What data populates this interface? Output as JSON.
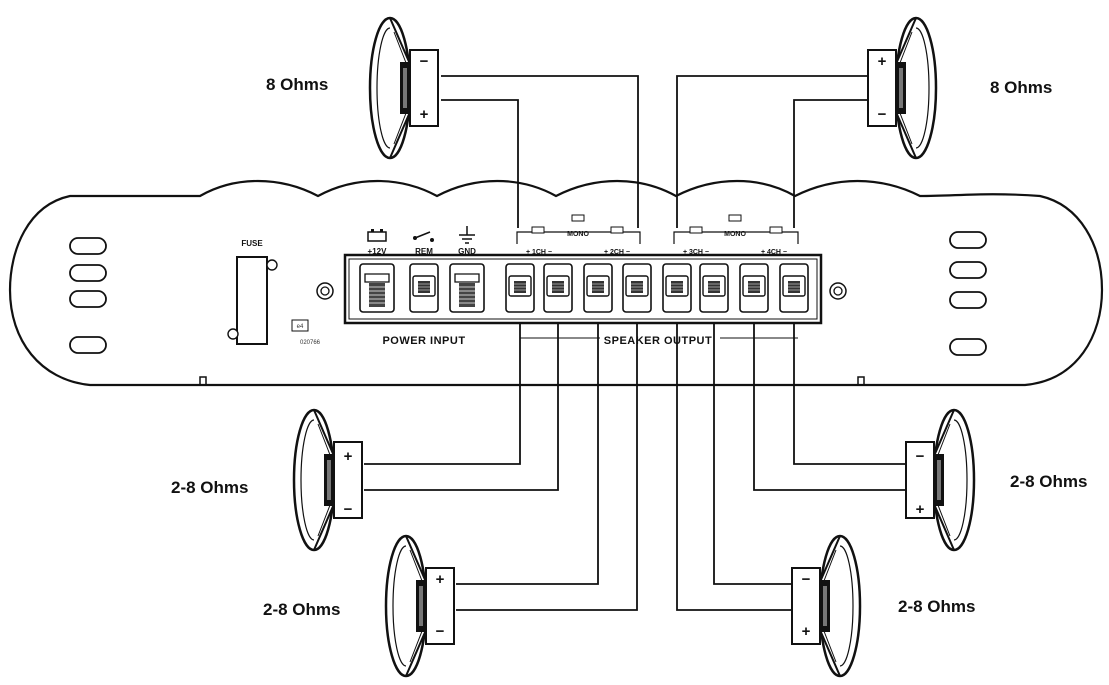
{
  "amplifier": {
    "fuse_label": "FUSE",
    "power_terminals": [
      "+12V",
      "REM",
      "GND"
    ],
    "channel_labels": [
      "+ 1CH −",
      "+ 2CH −",
      "+ 3CH −",
      "+ 4CH −"
    ],
    "bridge_labels": [
      "MONO",
      "MONO"
    ],
    "power_input_label": "POWER INPUT",
    "speaker_output_label": "SPEAKER OUTPUT",
    "cert_mark": "e4",
    "cert_number": "020766"
  },
  "speakers": [
    {
      "id": "top-left",
      "impedance": "8 Ohms",
      "top_sign": "−",
      "bottom_sign": "+"
    },
    {
      "id": "top-right",
      "impedance": "8 Ohms",
      "top_sign": "+",
      "bottom_sign": "−"
    },
    {
      "id": "mid-left",
      "impedance": "2-8 Ohms",
      "top_sign": "+",
      "bottom_sign": "−"
    },
    {
      "id": "bottom-left",
      "impedance": "2-8 Ohms",
      "top_sign": "+",
      "bottom_sign": "−"
    },
    {
      "id": "mid-right",
      "impedance": "2-8 Ohms",
      "top_sign": "−",
      "bottom_sign": "+"
    },
    {
      "id": "bottom-right",
      "impedance": "2-8 Ohms",
      "top_sign": "−",
      "bottom_sign": "+"
    }
  ]
}
